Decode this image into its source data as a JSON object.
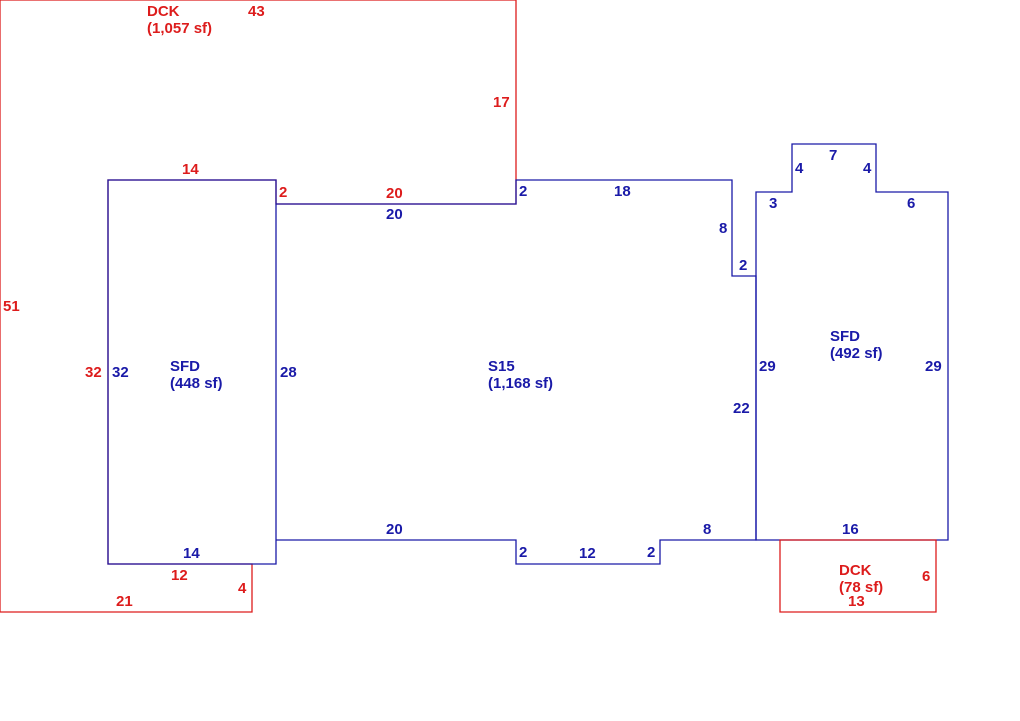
{
  "colors": {
    "deck": "#dd1c1c",
    "dwelling": "#1a1aa8",
    "background": "#ffffff"
  },
  "areas": [
    {
      "id": "dck_large",
      "code": "DCK",
      "area": "(1,057 sf)"
    },
    {
      "id": "sfd_left",
      "code": "SFD",
      "area": "(448 sf)"
    },
    {
      "id": "s15",
      "code": "S15",
      "area": "(1,168 sf)"
    },
    {
      "id": "sfd_right",
      "code": "SFD",
      "area": "(492 sf)"
    },
    {
      "id": "dck_small",
      "code": "DCK",
      "area": "(78 sf)"
    }
  ],
  "dimensions": {
    "dck_large": [
      "43",
      "17",
      "20",
      "2",
      "14",
      "32",
      "12",
      "4",
      "21",
      "51"
    ],
    "sfd_left": [
      "14",
      "28",
      "32"
    ],
    "s15": [
      "20",
      "2",
      "18",
      "8",
      "2",
      "22",
      "8",
      "2",
      "12",
      "2",
      "20",
      "28"
    ],
    "sfd_right": [
      "4",
      "7",
      "4",
      "3",
      "6",
      "29",
      "29",
      "16"
    ],
    "dck_small": [
      "6",
      "13"
    ]
  }
}
